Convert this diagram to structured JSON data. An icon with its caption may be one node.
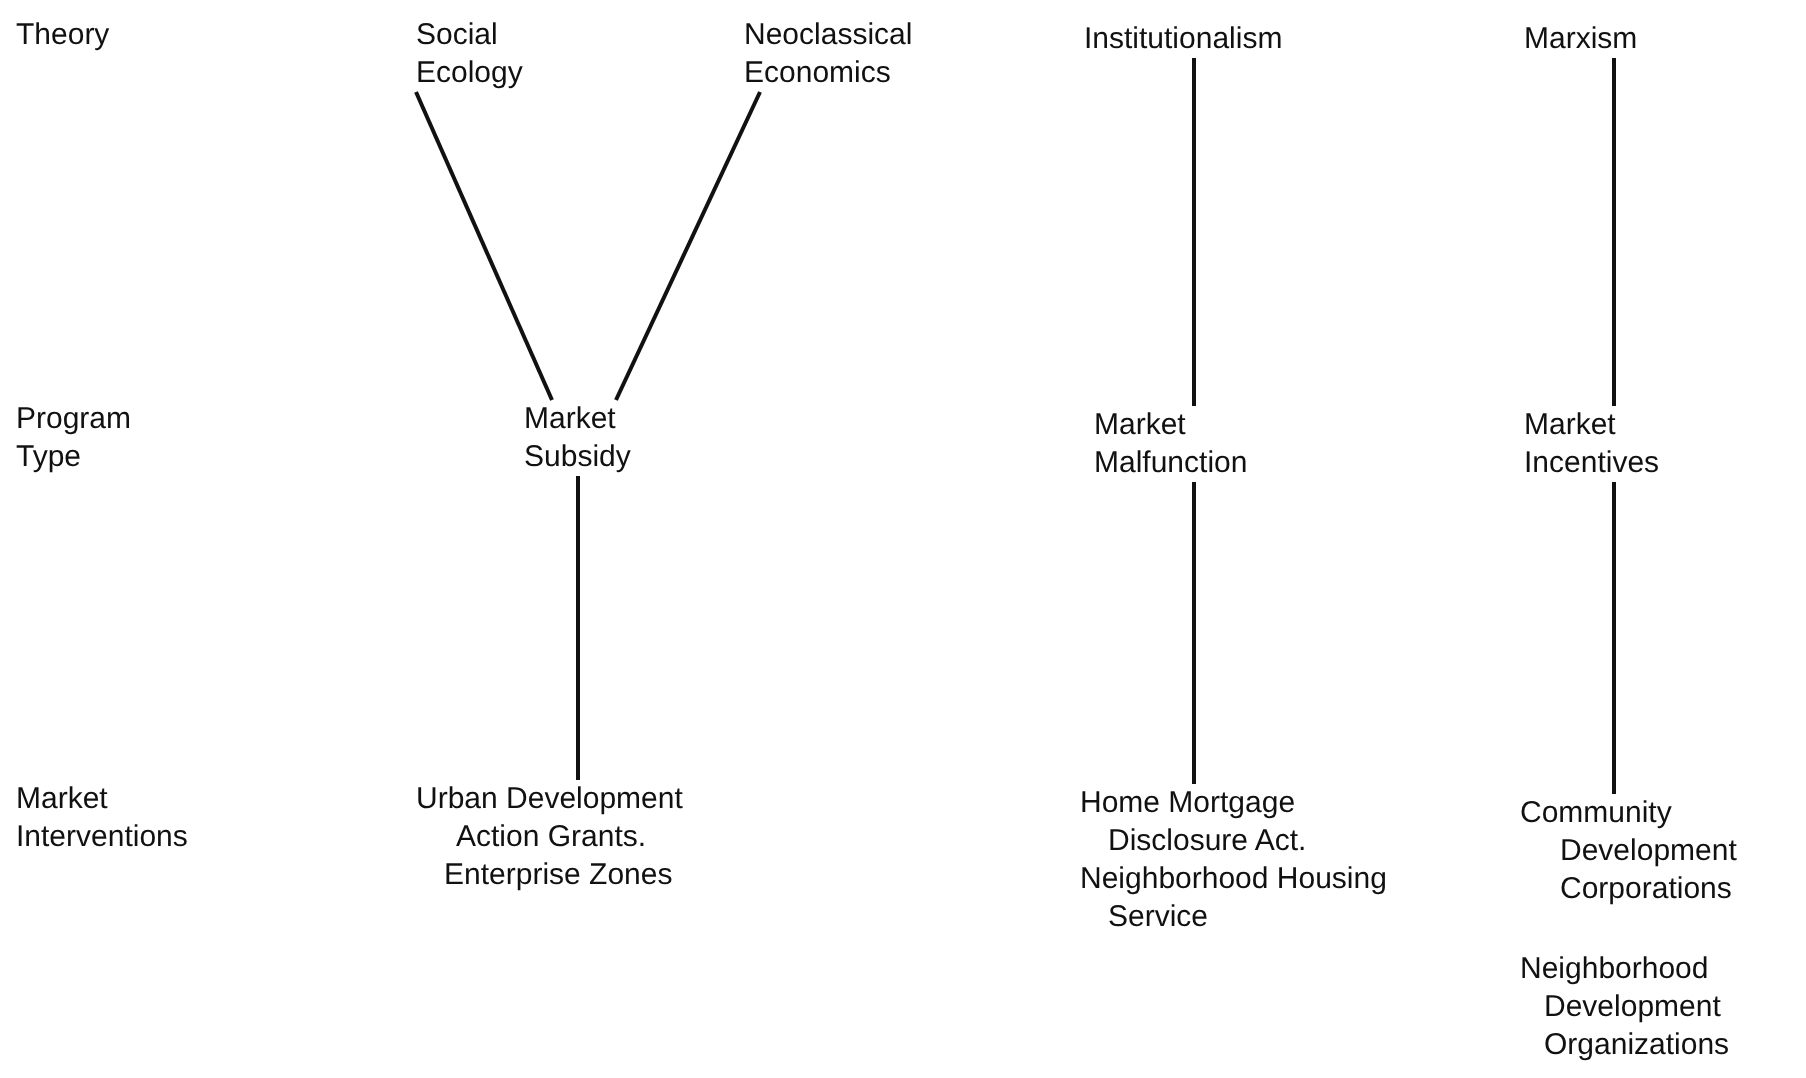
{
  "diagram": {
    "nodes": [
      {
        "text": [
          "Social Ecology"
        ]
      },
      {
        "text": [
          "Neoclassical Economics"
        ]
      },
      {
        "text": [
          "Institutionalism"
        ]
      },
      {
        "text": [
          "Marxism"
        ]
      },
      {
        "text": [
          "Market Subsidy"
        ]
      },
      {
        "text": [
          "Market Malfunction"
        ]
      },
      {
        "text": [
          "Market Incentives"
        ]
      },
      {
        "text": [
          "Urban Development Action Grants."
        ]
      },
      {
        "text": [
          "Enterprise Zones"
        ]
      },
      {
        "text": [
          "Home Mortgage Disclosure Act."
        ]
      },
      {
        "text": [
          "Neighborhood Housing Service"
        ]
      },
      {
        "text": [
          "Community Development Corporations"
        ]
      },
      {
        "text": [
          "Neighborhood Development Organizations"
        ]
      }
    ],
    "edges": [
      {
        "from": 0,
        "to": 4,
        "arrow": "none"
      },
      {
        "from": 1,
        "to": 4,
        "arrow": "none"
      },
      {
        "from": 2,
        "to": 5,
        "arrow": "none"
      },
      {
        "from": 3,
        "to": 6,
        "arrow": "none"
      },
      {
        "from": 4,
        "to": 7,
        "arrow": "none"
      },
      {
        "from": 5,
        "to": 9,
        "arrow": "none"
      },
      {
        "from": 6,
        "to": 11,
        "arrow": "none"
      }
    ],
    "labels": [
      "Theory",
      "Program Type",
      "Market Interventions"
    ]
  }
}
